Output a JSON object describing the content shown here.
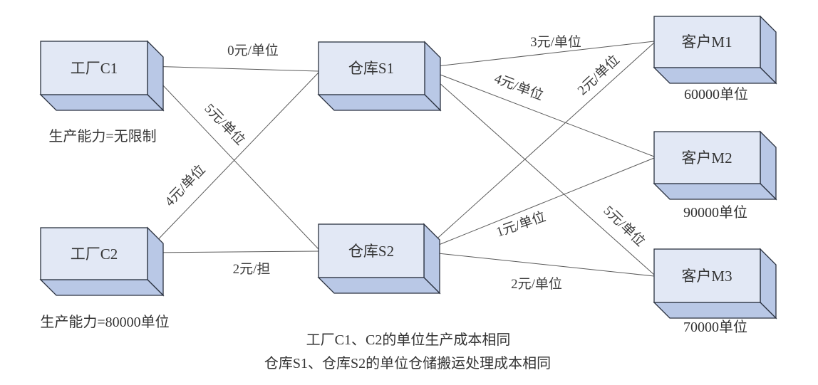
{
  "diagram": {
    "nodes": {
      "c1": {
        "label": "工厂C1",
        "annotation": "生产能力=无限制"
      },
      "c2": {
        "label": "工厂C2",
        "annotation": "生产能力=80000单位"
      },
      "s1": {
        "label": "仓库S1"
      },
      "s2": {
        "label": "仓库S2"
      },
      "m1": {
        "label": "客户M1",
        "annotation": "60000单位"
      },
      "m2": {
        "label": "客户M2",
        "annotation": "90000单位"
      },
      "m3": {
        "label": "客户M3",
        "annotation": "70000单位"
      }
    },
    "edges": {
      "c1_s1": {
        "from": "c1",
        "to": "s1",
        "label": "0元/单位"
      },
      "c1_s2": {
        "from": "c1",
        "to": "s2",
        "label": "5元/单位"
      },
      "c2_s1": {
        "from": "c2",
        "to": "s1",
        "label": "4元/单位"
      },
      "c2_s2": {
        "from": "c2",
        "to": "s2",
        "label": "2元/担"
      },
      "s1_m1": {
        "from": "s1",
        "to": "m1",
        "label": "3元/单位"
      },
      "s1_m2": {
        "from": "s1",
        "to": "m2",
        "label": "4元/单位"
      },
      "s1_m3": {
        "from": "s1",
        "to": "m3",
        "label": "5元/单位"
      },
      "s2_m1": {
        "from": "s2",
        "to": "m1",
        "label": "2元/单位"
      },
      "s2_m2": {
        "from": "s2",
        "to": "m2",
        "label": "1元/单位"
      },
      "s2_m3": {
        "from": "s2",
        "to": "m3",
        "label": "2元/单位"
      }
    },
    "notes": [
      "工厂C1、C2的单位生产成本相同",
      "仓库S1、仓库S2的单位仓储搬运处理成本相同"
    ],
    "colors": {
      "box_face": "#e2e8f5",
      "box_side": "#b9c8e6",
      "box_border": "#2b3240",
      "edge_line": "#5a5a5a",
      "text": "#333333"
    }
  }
}
